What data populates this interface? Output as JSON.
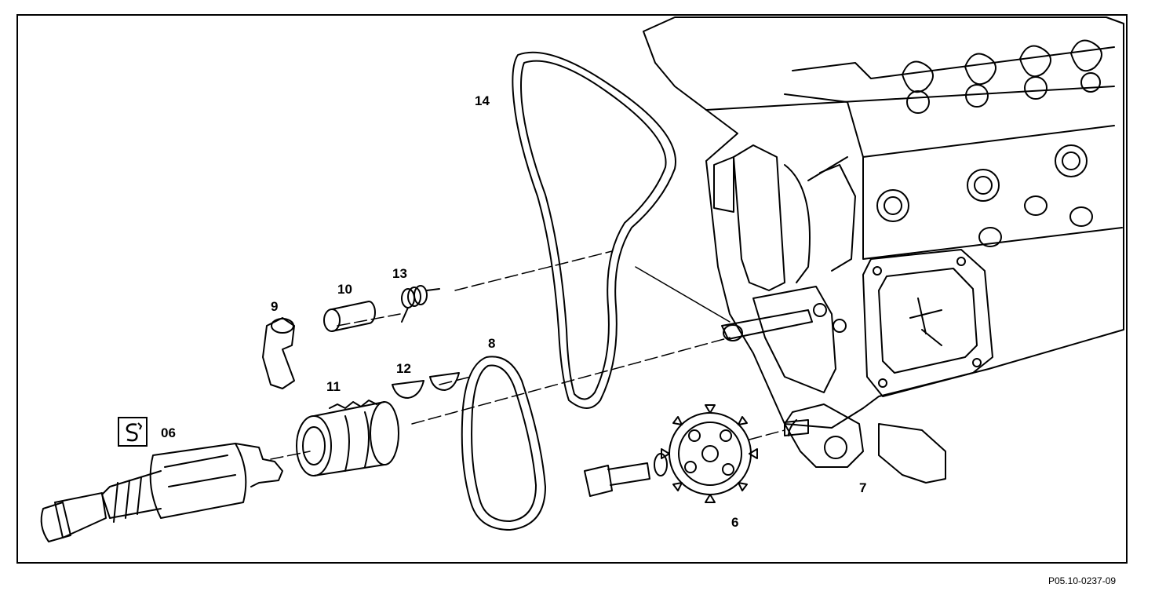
{
  "labels": {
    "p14": "14",
    "p13": "13",
    "p10": "10",
    "p9": "9",
    "p8": "8",
    "p12": "12",
    "p11": "11",
    "p06": "06",
    "p6": "6",
    "p7": "7"
  },
  "reference_code": "P05.10-0237-09",
  "icons": {
    "special_tool": "special-tool-icon"
  }
}
